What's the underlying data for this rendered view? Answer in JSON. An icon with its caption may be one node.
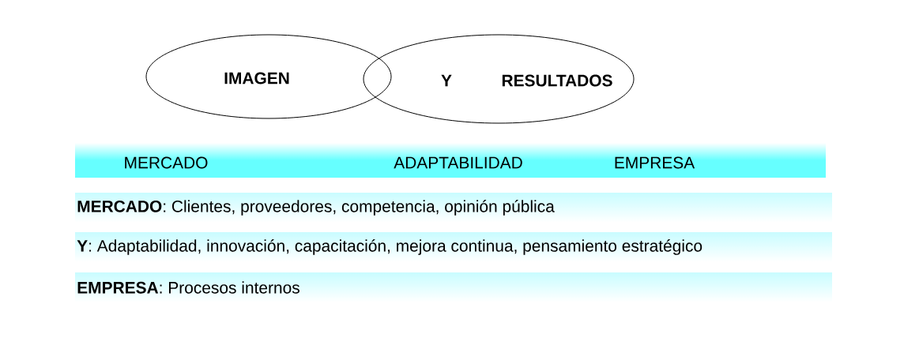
{
  "diagram": {
    "nodes": [
      {
        "text": [
          "IMAGEN"
        ]
      },
      {
        "text": [
          "RESULTADOS"
        ]
      },
      {
        "text": [
          "MERCADO",
          "ADAPTABILIDAD",
          "EMPRESA"
        ]
      },
      {
        "text": [
          "**MERCADO**: Clientes, proveedores, competencia, opinión pública"
        ]
      },
      {
        "text": [
          "**Y**: Adaptabilidad, innovación, capacitación, mejora continua, pensamiento estratégico"
        ]
      },
      {
        "text": [
          "**EMPRESA**: Procesos internos"
        ]
      }
    ],
    "edges": [],
    "labels": [
      "Y"
    ]
  }
}
